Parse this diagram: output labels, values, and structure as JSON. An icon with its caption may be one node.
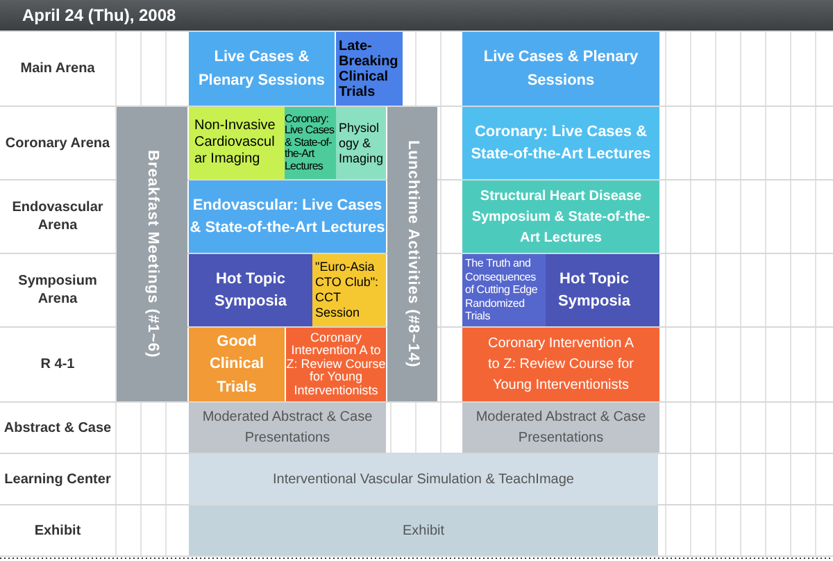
{
  "diagram": {
    "title": "April 24 (Thu), 2008",
    "nodes": [
      {
        "text": [
          "Live Cases & Plenary Sessions"
        ]
      },
      {
        "text": [
          "Late-Breaking Clinical Trials"
        ]
      },
      {
        "text": [
          "Live Cases & Plenary Sessions"
        ]
      },
      {
        "text": [
          "Breakfast Meetings (#1~6)"
        ]
      },
      {
        "text": [
          "Non-Invasive Cardiovascular Imaging"
        ]
      },
      {
        "text": [
          "Coronary: Live Cases & State-of-the-Art Lectures"
        ]
      },
      {
        "text": [
          "Physiology & Imaging"
        ]
      },
      {
        "text": [
          "Lunchtime Activities (#8~14)"
        ]
      },
      {
        "text": [
          "Coronary: Live Cases & State-of-the-Art Lectures"
        ]
      },
      {
        "text": [
          "Endovascular: Live Cases & State-of-the-Art Lectures"
        ]
      },
      {
        "text": [
          "Structural Heart Disease Symposium & State-of-the-Art Lectures"
        ]
      },
      {
        "text": [
          "Hot Topic Symposia"
        ]
      },
      {
        "text": [
          "\"Euro-Asia CTO Club\": CCT Session"
        ]
      },
      {
        "text": [
          "Hot Topic Symposia"
        ]
      },
      {
        "text": [
          "The Truth and Consequences of Cutting Edge Randomized Trials"
        ],
        "in": 13
      },
      {
        "text": [
          "Good Clinical Trials"
        ]
      },
      {
        "text": [
          "Coronary Intervention A to Z: Review Course for Young Interventionists"
        ]
      },
      {
        "text": [
          "Coronary Intervention A to Z: Review Course for Young Interventionists"
        ]
      },
      {
        "text": [
          "Moderated Abstract & Case Presentations"
        ]
      },
      {
        "text": [
          "Moderated Abstract & Case Presentations"
        ]
      },
      {
        "text": [
          "Interventional Vascular Simulation & TeachImage"
        ]
      },
      {
        "text": [
          "Exhibit"
        ]
      }
    ],
    "labels": [
      "Main Arena",
      "Coronary Arena",
      "Endovascular Arena",
      "Symposium Arena",
      "R 4-1",
      "Abstract & Case",
      "Learning Center",
      "Exhibit"
    ]
  }
}
